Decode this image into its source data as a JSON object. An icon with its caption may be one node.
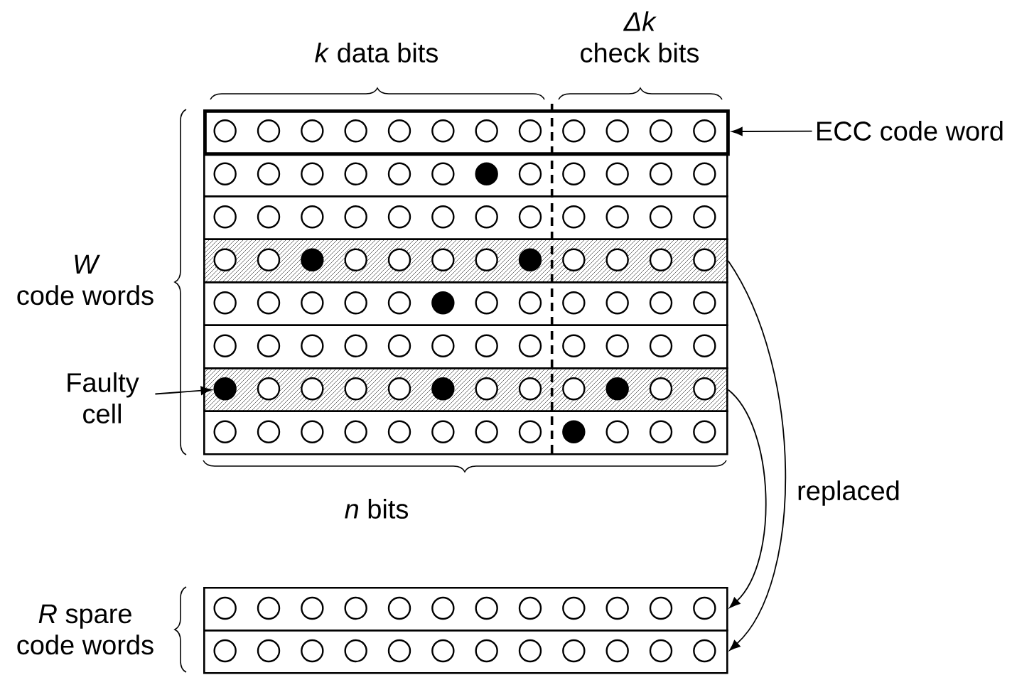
{
  "diagram": {
    "nodes": [
      {
        "text": [],
        "shape": "box"
      },
      {
        "text": [],
        "shape": "box"
      },
      {
        "text": [],
        "shape": "box"
      },
      {
        "text": [],
        "shape": "box"
      },
      {
        "text": [],
        "shape": "box"
      },
      {
        "text": [],
        "shape": "box"
      },
      {
        "text": [],
        "shape": "box"
      },
      {
        "text": [],
        "shape": "box"
      },
      {
        "text": [],
        "shape": "circle",
        "in": 6
      },
      {
        "text": [
          "ECC code word"
        ]
      },
      {
        "text": [
          "Faulty cell"
        ]
      },
      {
        "text": [],
        "shape": "box"
      },
      {
        "text": [],
        "shape": "box"
      }
    ],
    "edges": [
      {
        "from": 9,
        "to": 0,
        "arrow": "to"
      },
      {
        "from": 10,
        "to": 8,
        "arrow": "to"
      },
      {
        "from": 3,
        "to": 12,
        "arrow": "to"
      },
      {
        "from": 6,
        "to": 11,
        "arrow": "to"
      }
    ],
    "labels": [
      "*k* data bits",
      "*Δk* check bits",
      "*W* code words",
      "*n* bits",
      "replaced",
      "*R* spare code words"
    ]
  }
}
